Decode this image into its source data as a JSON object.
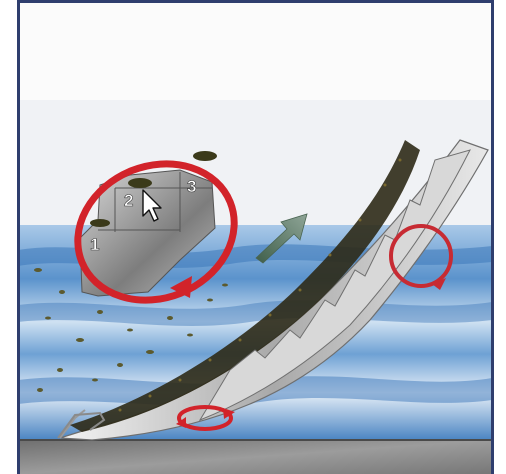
{
  "illustration": {
    "labels": {
      "one": "1",
      "two": "2",
      "three": "3"
    }
  },
  "colors": {
    "sky": "#ffffff",
    "water_light": "#d6e6f3",
    "water_mid": "#8fb6dc",
    "water_dark": "#3f79b7",
    "seabed": "#8a8a8a",
    "metal": "#c9c9c9",
    "rotation_red": "#d2232a",
    "arrow_green": "#5d7a63",
    "frame": "#2f3e6e"
  },
  "icons": {
    "pointer": "mouse-pointer-icon",
    "rotate_large": "rotate-arrow-icon",
    "rotate_right": "rotate-circle-icon",
    "rotate_bottom": "rotate-horizontal-icon",
    "direction": "direction-arrow-icon"
  }
}
